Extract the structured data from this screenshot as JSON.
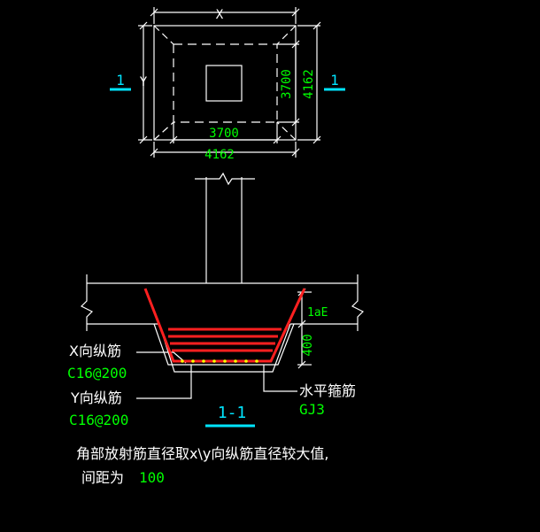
{
  "plan": {
    "label_x": "X",
    "label_y": "Y",
    "dim_inner_h": "3700",
    "dim_outer_h": "4162",
    "dim_inner_v": "3700",
    "dim_outer_v": "4162",
    "section_mark_left": "1",
    "section_mark_right": "1"
  },
  "section": {
    "title": "1-1",
    "dim_lae": "1aE",
    "dim_400": "400",
    "x_bar_label": "X向纵筋",
    "x_bar_spec": "C16@200",
    "y_bar_label": "Y向纵筋",
    "y_bar_spec": "C16@200",
    "stirrup_label": "水平箍筋",
    "stirrup_spec": "GJ3"
  },
  "note": {
    "line1": "角部放射筋直径取x\\y向纵筋直径较大值,",
    "line2_prefix": "间距为",
    "line2_value": "100"
  },
  "colors": {
    "white": "#ffffff",
    "green": "#00ff00",
    "cyan": "#00e5ff",
    "red": "#ff2020",
    "yellow": "#ffff00"
  }
}
